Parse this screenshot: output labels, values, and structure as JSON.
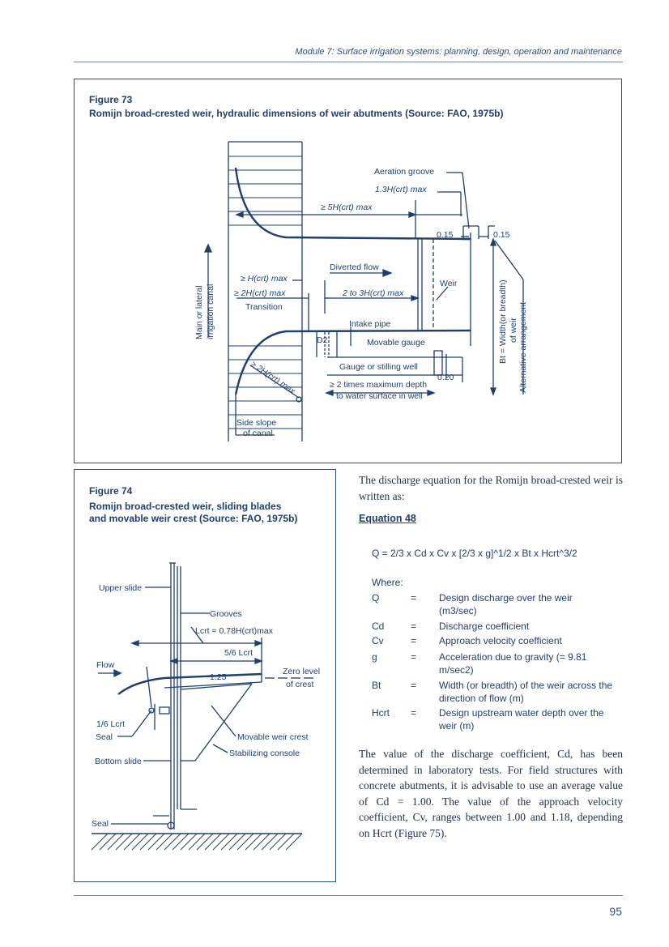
{
  "header": {
    "running_head": "Module 7: Surface irrigation systems: planning, design, operation and maintenance"
  },
  "figure73": {
    "label": "Figure 73",
    "title": "Romijn broad-crested weir, hydraulic dimensions of weir abutments (Source: FAO, 1975b)",
    "labels": {
      "aeration_groove": "Aeration groove",
      "h13": "1.3H(crt) max",
      "ge5h": "≥ 5H(crt) max",
      "d015a": "0.15",
      "d015b": "0.15",
      "diverted_flow": "Diverted flow",
      "geh": "≥ H(crt) max",
      "ge2h": "≥ 2H(crt) max",
      "transition": "Transition",
      "two_to_three": "2 to 3H(crt) max",
      "weir": "Weir",
      "canal_1": "Main or lateral",
      "canal_2": "irrigation canal",
      "intake_pipe": "Intake pipe",
      "d2": "D2",
      "movable_gauge": "Movable gauge",
      "gauge_well": "Gauge or stilling well",
      "d020": "0.20",
      "ge2h_diag": "≥ 2H(crt) max",
      "depth_1": "≥ 2 times maximum depth",
      "depth_2": "to water surface in well",
      "side_slope_1": "Side slope",
      "side_slope_2": "of canal",
      "bt_1": "Bt = Width(or breadth)",
      "bt_2": "of weir",
      "alt": "Alternative arrangement"
    }
  },
  "figure74": {
    "label": "Figure 74",
    "title_1": "Romijn broad-crested weir, sliding blades",
    "title_2": "and movable weir crest (Source: FAO, 1975b)",
    "labels": {
      "upper_slide": "Upper slide",
      "grooves": "Grooves",
      "lcrt": "Lcrt = 0.78H(crt)max",
      "five_six": "5/6 Lcrt",
      "flow": "Flow",
      "slope": "1:25",
      "zero_1": "Zero level",
      "zero_2": "of crest",
      "one_six": "1/6 Lcrt",
      "seal_top": "Seal",
      "movable_crest": "Movable weir crest",
      "bottom_slide": "Bottom slide",
      "stabilizing": "Stabilizing console",
      "seal_bottom": "Seal"
    }
  },
  "text": {
    "intro": "The discharge equation for the Romijn broad-crested weir is written as:",
    "equation_title": "Equation 48",
    "equation": "Q = 2/3 x Cd x Cv x [2/3 x g]^1/2 x Bt x Hcrt^3/2",
    "where": "Where:",
    "definitions": [
      {
        "sym": "Q",
        "eq": "=",
        "desc": "Design discharge over the weir (m3/sec)"
      },
      {
        "sym": "Cd",
        "eq": "=",
        "desc": "Discharge coefficient"
      },
      {
        "sym": "Cv",
        "eq": "=",
        "desc": "Approach velocity coefficient"
      },
      {
        "sym": "g",
        "eq": "=",
        "desc": "Acceleration due to gravity (= 9.81 m/sec2)"
      },
      {
        "sym": "Bt",
        "eq": "=",
        "desc": "Width (or breadth) of the weir across the direction of flow (m)"
      },
      {
        "sym": "Hcrt",
        "eq": "=",
        "desc": "Design upstream water depth over the weir (m)"
      }
    ],
    "paragraph": "The value of the discharge coefficient, Cd, has been determined in laboratory tests. For field structures with concrete abutments, it is advisable to use an average value of Cd = 1.00. The value of the approach velocity coefficient, Cv, ranges between 1.00 and 1.18, depending on Hcrt (Figure 75)."
  },
  "footer": {
    "page_number": "95"
  },
  "colors": {
    "ink": "#1f3f6e",
    "rule": "#6f86a8"
  }
}
